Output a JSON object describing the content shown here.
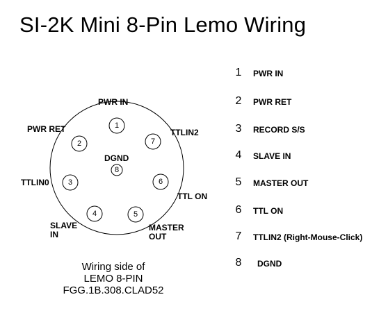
{
  "title": "SI-2K Mini 8-Pin Lemo Wiring",
  "connector": {
    "pins": [
      {
        "number": "1",
        "label": "PWR IN"
      },
      {
        "number": "2",
        "label": "PWR RET"
      },
      {
        "number": "3",
        "label": "TTLIN0"
      },
      {
        "number": "4",
        "label": "SLAVE IN"
      },
      {
        "number": "5",
        "label": "MASTER OUT"
      },
      {
        "number": "6",
        "label": "TTL ON"
      },
      {
        "number": "7",
        "label": "TTLIN2"
      },
      {
        "number": "8",
        "label": "DGND"
      }
    ],
    "caption": [
      "Wiring side of",
      "LEMO 8-PIN",
      "FGG.1B.308.CLAD52"
    ]
  },
  "legend": [
    {
      "number": "1",
      "label": "PWR IN"
    },
    {
      "number": "2",
      "label": "PWR RET"
    },
    {
      "number": "3",
      "label": "RECORD S/S"
    },
    {
      "number": "4",
      "label": "SLAVE IN"
    },
    {
      "number": "5",
      "label": "MASTER OUT"
    },
    {
      "number": "6",
      "label": "TTL ON"
    },
    {
      "number": "7",
      "label": "TTLIN2 (Right-Mouse-Click)"
    },
    {
      "number": "8",
      "label": "DGND"
    }
  ]
}
